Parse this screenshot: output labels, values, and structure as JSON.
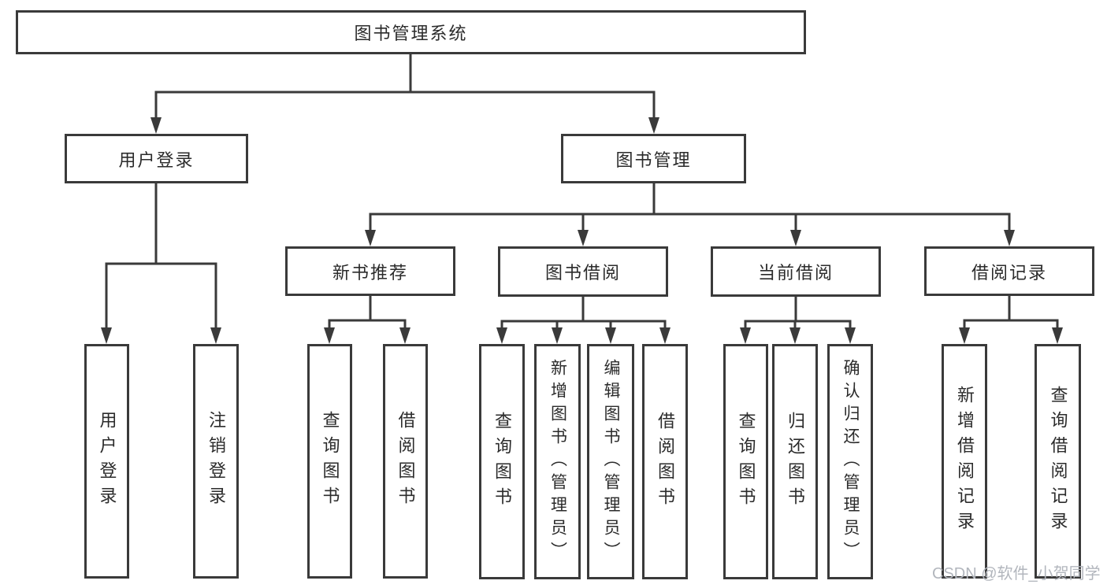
{
  "tree": {
    "label": "图书管理系统",
    "children": [
      {
        "label": "用户登录",
        "children": [
          {
            "label": "用户登录"
          },
          {
            "label": "注销登录"
          }
        ]
      },
      {
        "label": "图书管理",
        "children": [
          {
            "label": "新书推荐",
            "children": [
              {
                "label": "查询图书"
              },
              {
                "label": "借阅图书"
              }
            ]
          },
          {
            "label": "图书借阅",
            "children": [
              {
                "label": "查询图书"
              },
              {
                "label": "新增图书（管理员）"
              },
              {
                "label": "编辑图书（管理员）"
              },
              {
                "label": "借阅图书"
              }
            ]
          },
          {
            "label": "当前借阅",
            "children": [
              {
                "label": "查询图书"
              },
              {
                "label": "归还图书"
              },
              {
                "label": "确认归还（管理员）"
              }
            ]
          },
          {
            "label": "借阅记录",
            "children": [
              {
                "label": "新增借阅记录"
              },
              {
                "label": "查询借阅记录"
              }
            ]
          }
        ]
      }
    ]
  },
  "watermark": "CSDN @软件_小贺同学",
  "colors": {
    "line": "#3a3a3a",
    "text": "#2b2b2b",
    "watermark": "#b2b6bd",
    "background": "#ffffff"
  }
}
